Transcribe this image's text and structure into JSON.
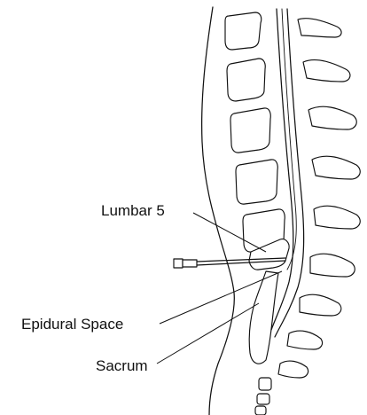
{
  "labels": {
    "lumbar5": "Lumbar 5",
    "epidural_space": "Epidural Space",
    "sacrum": "Sacrum"
  },
  "colors": {
    "ink": "#111111",
    "background": "#ffffff"
  }
}
